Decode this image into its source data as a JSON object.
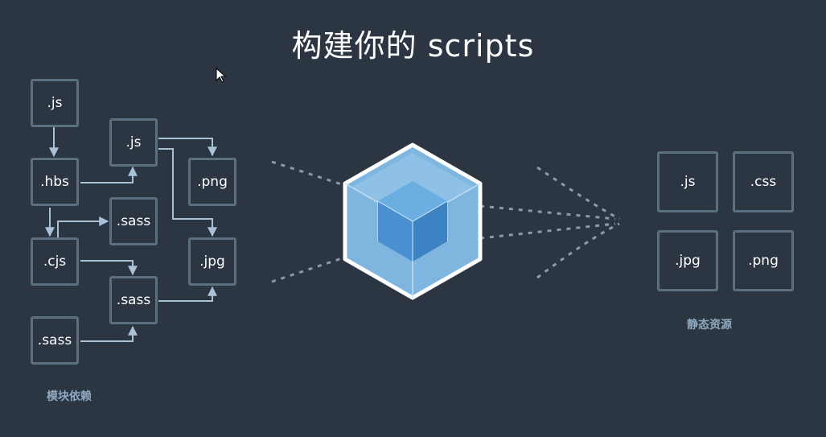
{
  "title": "构建你的 scripts",
  "modules": {
    "caption": "模块依赖",
    "items": {
      "js_1": ".js",
      "hbs": ".hbs",
      "cjs": ".cjs",
      "sass_1": ".sass",
      "js_2": ".js",
      "sass_2": ".sass",
      "sass_3": ".sass",
      "png": ".png",
      "jpg": ".jpg"
    }
  },
  "assets": {
    "caption": "静态资源",
    "items": {
      "js": ".js",
      "css": ".css",
      "jpg": ".jpg",
      "png": ".png"
    }
  },
  "icons": {
    "logo": "webpack-cube-icon",
    "cursor": "mouse-cursor-icon"
  },
  "colors": {
    "background": "#2b3642",
    "box_border": "#5b6f80",
    "connector": "#a9c2d8",
    "dotted": "#8b9aa8",
    "cube_outer": "#8ec0e6",
    "cube_inner": "#4a90d0"
  }
}
